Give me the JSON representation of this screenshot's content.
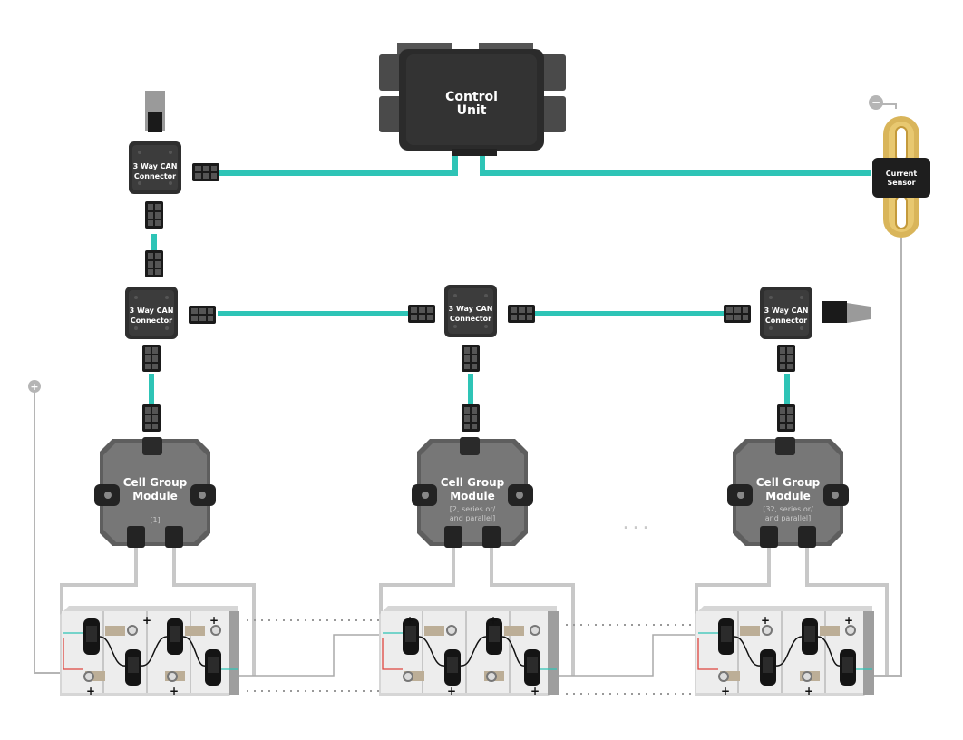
{
  "control_unit": {
    "line1": "Control",
    "line2": "Unit"
  },
  "current_sensor": {
    "line1": "Current",
    "line2": "Sensor"
  },
  "terminal_negative": "−",
  "terminal_positive": "+",
  "can_connector": {
    "line1": "3 Way CAN",
    "line2": "Connector"
  },
  "modules": [
    {
      "line1": "Cell Group",
      "line2": "Module",
      "sub1": "[1]",
      "sub2": ""
    },
    {
      "line1": "Cell Group",
      "line2": "Module",
      "sub1": "[2, series or/",
      "sub2": "and parallel]"
    },
    {
      "line1": "Cell Group",
      "line2": "Module",
      "sub1": "[32, series or/",
      "sub2": "and parallel]"
    }
  ],
  "ellipsis": "...",
  "cell_sign": "+",
  "colors": {
    "can_cable": "#2ec4b6",
    "housing_dark": "#3a3a3a",
    "module_body": "#6f6f6f",
    "sensor_ring": "#d9b55a",
    "wire_grey": "#b5b5b5",
    "accent_red": "#e0463f"
  }
}
